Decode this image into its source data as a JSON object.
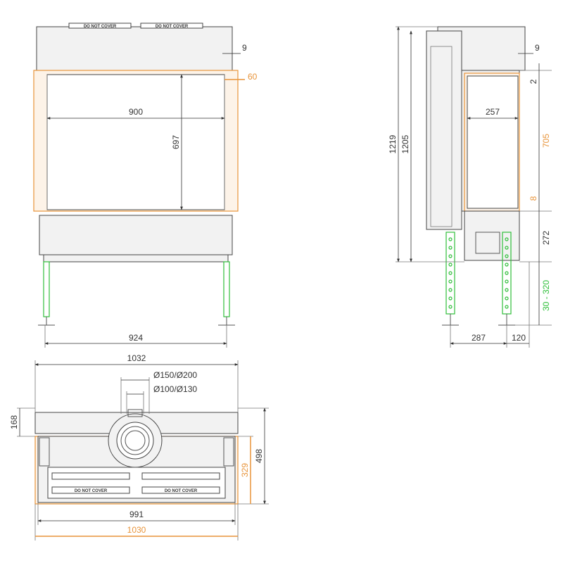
{
  "colors": {
    "line": "#555555",
    "highlight_orange": "#e8943a",
    "highlight_green": "#2fbf3a"
  },
  "front_view": {
    "label_do_not_cover": "DO NOT COVER",
    "dim_opening_width": "900",
    "dim_opening_height": "697",
    "dim_top_offset": "9",
    "dim_frame": "60",
    "dim_feet_width": "924"
  },
  "side_view": {
    "dim_total_height": "1219",
    "dim_body_height": "1205",
    "dim_top_offset": "9",
    "dim_small": "2",
    "dim_glass_height": "705",
    "dim_bottom_gap": "8",
    "dim_base_height": "272",
    "dim_leg_range": "30 - 320",
    "dim_depth": "257",
    "dim_leg_spacing": "287",
    "dim_leg_offset": "120"
  },
  "top_view": {
    "dim_total_width": "1032",
    "dim_flue_outer": "Ø150/Ø200",
    "dim_flue_inner": "Ø100/Ø130",
    "dim_top_depth": "168",
    "dim_frame_depth": "329",
    "dim_total_depth": "498",
    "dim_inner_width": "991",
    "dim_frame_width": "1030",
    "label_do_not_cover": "DO NOT COVER"
  }
}
